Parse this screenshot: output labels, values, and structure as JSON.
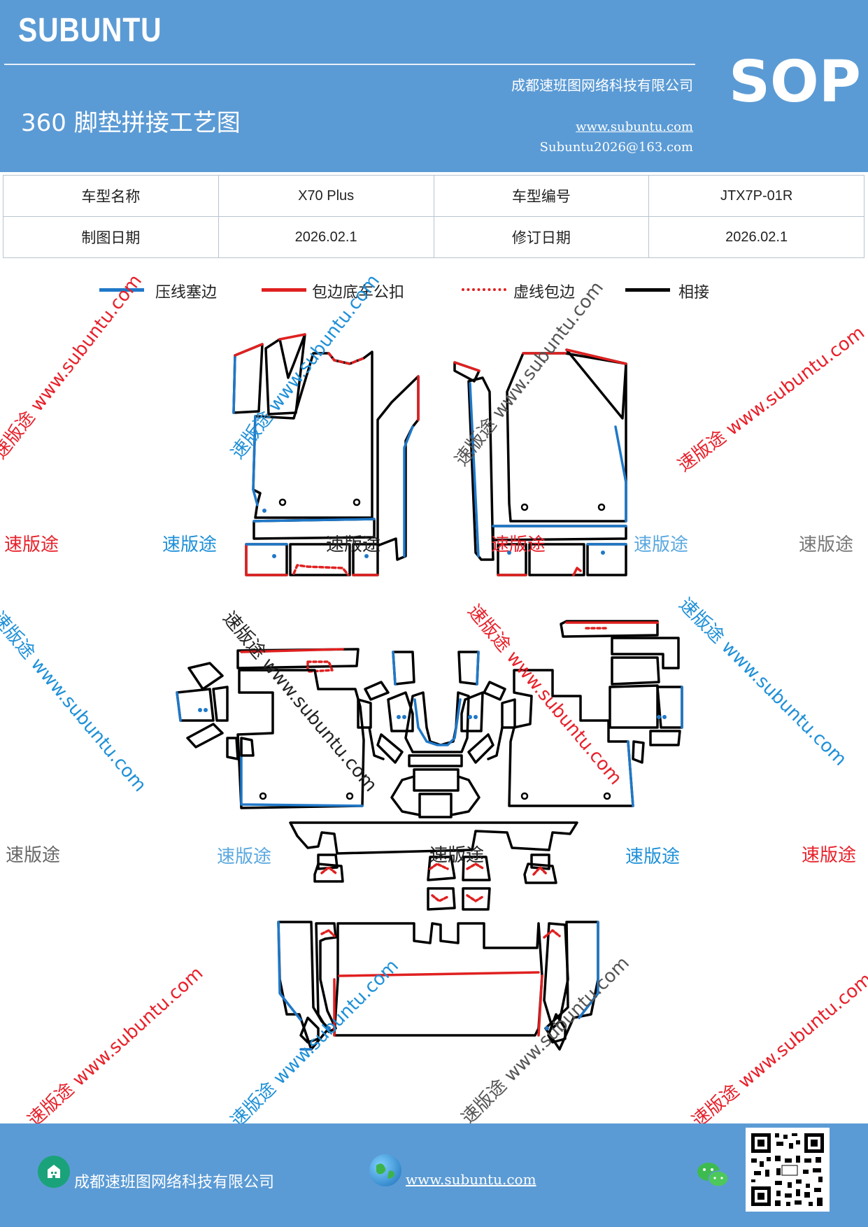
{
  "header": {
    "brand": "SUBUNTU",
    "company": "成都速班图网络科技有限公司",
    "title": "360 脚垫拼接工艺图",
    "website": "www.subuntu.com",
    "email": "Subuntu2026@163.com",
    "badge": "SOP",
    "background_color": "#5b9bd5"
  },
  "info_table": {
    "rows": [
      {
        "label1": "车型名称",
        "value1": "X70 Plus",
        "label2": "车型编号",
        "value2": "JTX7P-01R"
      },
      {
        "label1": "制图日期",
        "value1": "2026.02.1",
        "label2": "修订日期",
        "value2": "2026.02.1"
      }
    ]
  },
  "legend": {
    "items": [
      {
        "label": "压线塞边",
        "style": "solid",
        "color": "#1f78c8"
      },
      {
        "label": "包边底车公扣",
        "style": "solid",
        "color": "#e02020"
      },
      {
        "label": "虚线包边",
        "style": "dotted",
        "color": "#e02020"
      },
      {
        "label": "相接",
        "style": "solid",
        "color": "#000000"
      }
    ]
  },
  "watermarks": {
    "brand": "速版途",
    "diagonal": "速版途 www.subuntu.com",
    "colors": {
      "red": "#e8202a",
      "blue": "#1e90d8",
      "gray": "#666666",
      "black": "#222222"
    }
  },
  "footer": {
    "company": "成都速班图网络科技有限公司",
    "website": "www.subuntu.com",
    "company_icon": "building-icon",
    "website_icon": "globe-icon",
    "wechat_icon": "wechat-icon",
    "qr_icon": "qr-code-icon"
  }
}
